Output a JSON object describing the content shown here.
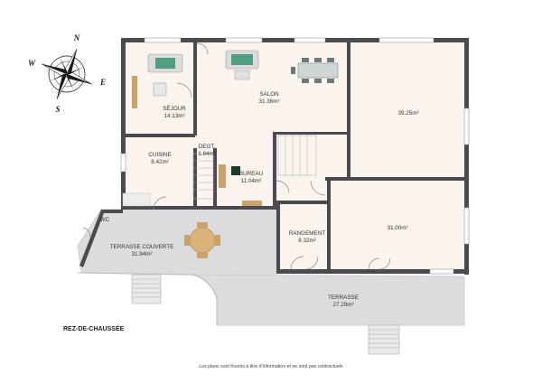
{
  "plan": {
    "level_title": "REZ-DE-CHAUSSÉE",
    "disclaimer": "Les plans sont fournis à titre d'information et ne sont pas contractuels",
    "compass": {
      "north": "N",
      "east": "E",
      "south": "S",
      "west": "W"
    },
    "rooms": {
      "sejour": {
        "label": "SÉJOUR",
        "area": "14.13m²"
      },
      "salon": {
        "label": "SALON",
        "area": "31.36m²"
      },
      "room_east_top": {
        "area": "39.25m²"
      },
      "cuisine": {
        "label": "CUISINE",
        "area": "8.42m²"
      },
      "degt": {
        "label": "DEGT.",
        "area": "1.84m²"
      },
      "bureau": {
        "label": "BUREAU",
        "area": "11.04m²"
      },
      "wc": {
        "label": "WC"
      },
      "terrasse_couverte": {
        "label": "TERRASSE COUVERTE",
        "area": "31.94m²"
      },
      "rangement": {
        "label": "RANGEMENT",
        "area": "8.32m²"
      },
      "room_east_bottom": {
        "area": "31.00m²"
      },
      "terrasse": {
        "label": "TERRASSE",
        "area": "27.29m²"
      }
    },
    "colors": {
      "wall": "#4a4a4f",
      "floor": "#fbf4ee",
      "terrace_floor": "#dcdcdc",
      "furniture_accent": "#2f8f6a",
      "wood": "#c9a36a"
    }
  }
}
